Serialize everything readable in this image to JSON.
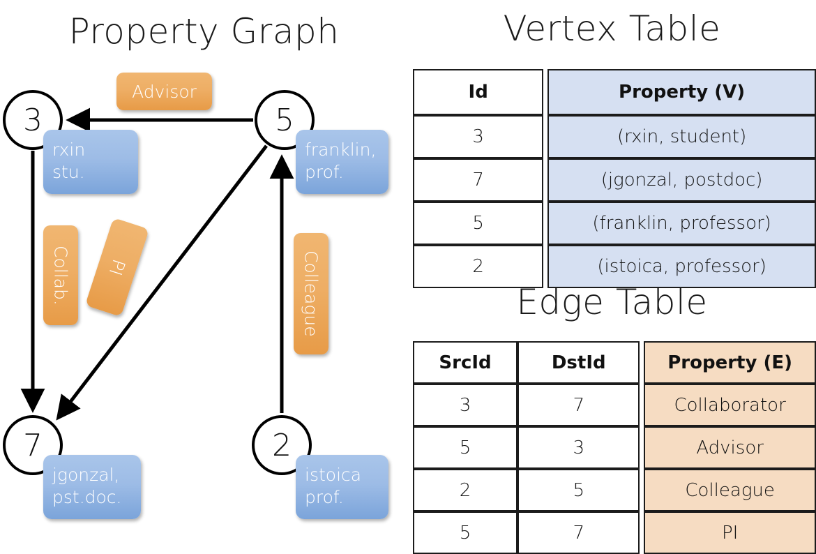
{
  "titles": {
    "property_graph": "Property Graph",
    "vertex_table": "Vertex Table",
    "edge_table": "Edge Table"
  },
  "graph": {
    "nodes": [
      {
        "id": "3",
        "label": "3",
        "property_lines": [
          "rxin",
          "stu."
        ]
      },
      {
        "id": "5",
        "label": "5",
        "property_lines": [
          "franklin,",
          "prof."
        ]
      },
      {
        "id": "7",
        "label": "7",
        "property_lines": [
          "jgonzal,",
          "pst.doc."
        ]
      },
      {
        "id": "2",
        "label": "2",
        "property_lines": [
          "istoica",
          "prof."
        ]
      }
    ],
    "edge_labels": [
      {
        "name": "advisor",
        "text": "Advisor",
        "orientation": "horizontal"
      },
      {
        "name": "collab",
        "text": "Collab.",
        "orientation": "vertical"
      },
      {
        "name": "pi",
        "text": "PI",
        "orientation": "vertical-rotated"
      },
      {
        "name": "colleague",
        "text": "Colleague",
        "orientation": "vertical"
      }
    ],
    "edges": [
      {
        "from": "5",
        "to": "3",
        "label": "Advisor"
      },
      {
        "from": "3",
        "to": "7",
        "label": "Collab."
      },
      {
        "from": "5",
        "to": "7",
        "label": "PI"
      },
      {
        "from": "2",
        "to": "5",
        "label": "Colleague"
      }
    ]
  },
  "vertex_table": {
    "headers": [
      "Id",
      "Property (V)"
    ],
    "rows": [
      {
        "id": "3",
        "property": "(rxin, student)"
      },
      {
        "id": "7",
        "property": "(jgonzal, postdoc)"
      },
      {
        "id": "5",
        "property": "(franklin, professor)"
      },
      {
        "id": "2",
        "property": "(istoica, professor)"
      }
    ]
  },
  "edge_table": {
    "headers": [
      "SrcId",
      "DstId",
      "Property (E)"
    ],
    "rows": [
      {
        "src": "3",
        "dst": "7",
        "property": "Collaborator"
      },
      {
        "src": "5",
        "dst": "3",
        "property": "Advisor"
      },
      {
        "src": "2",
        "dst": "5",
        "property": "Colleague"
      },
      {
        "src": "5",
        "dst": "7",
        "property": "PI"
      }
    ]
  },
  "colors": {
    "vertex_box_fill": "#9dbce6",
    "edge_box_fill": "#eeae65",
    "vertex_table_property_fill": "#d6e0f2",
    "edge_table_property_fill": "#f6dcc2",
    "stroke": "#000000",
    "background": "#ffffff"
  }
}
